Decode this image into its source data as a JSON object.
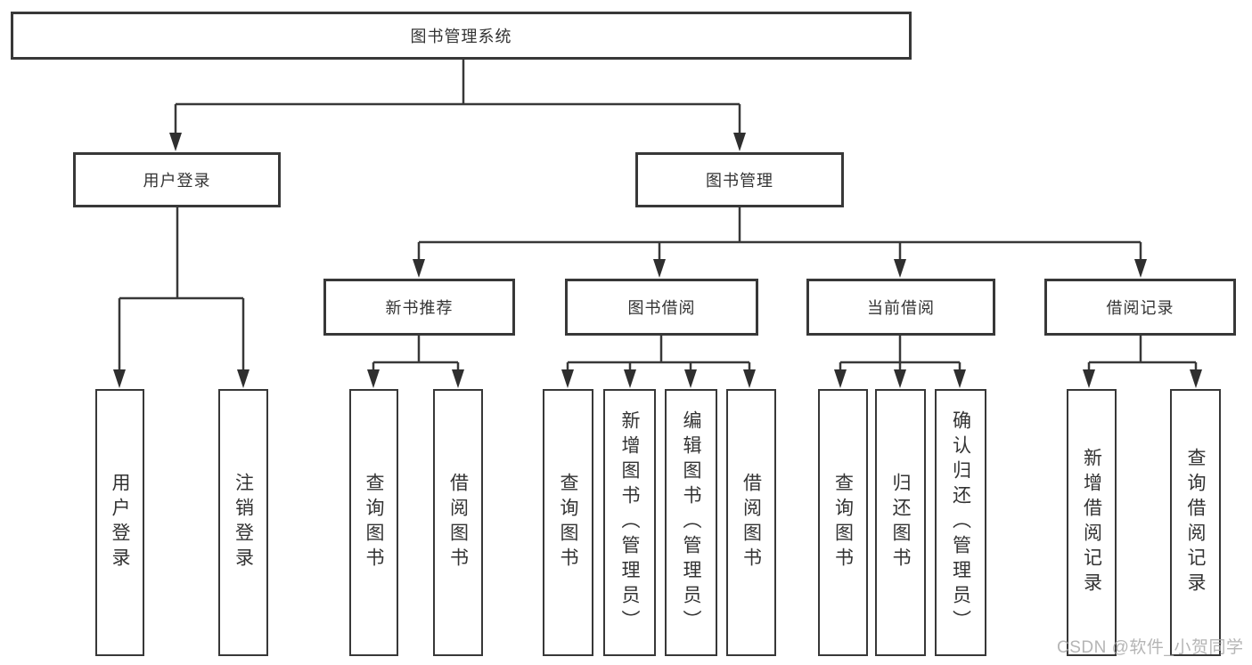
{
  "diagram": {
    "type": "hierarchy-diagram",
    "colors": {
      "line": "#383838",
      "text": "#333333",
      "box_fill": "#ffffff",
      "watermark": "#a9a9a9"
    },
    "tree": {
      "label": "图书管理系统",
      "children": [
        {
          "label": "用户登录",
          "children": [
            {
              "label": "用户登录"
            },
            {
              "label": "注销登录"
            }
          ]
        },
        {
          "label": "图书管理",
          "children": [
            {
              "label": "新书推荐",
              "children": [
                {
                  "label": "查询图书"
                },
                {
                  "label": "借阅图书"
                }
              ]
            },
            {
              "label": "图书借阅",
              "children": [
                {
                  "label": "查询图书"
                },
                {
                  "label": "新增图书（管理员）"
                },
                {
                  "label": "编辑图书（管理员）"
                },
                {
                  "label": "借阅图书"
                }
              ]
            },
            {
              "label": "当前借阅",
              "children": [
                {
                  "label": "查询图书"
                },
                {
                  "label": "归还图书"
                },
                {
                  "label": "确认归还（管理员）"
                }
              ]
            },
            {
              "label": "借阅记录",
              "children": [
                {
                  "label": "新增借阅记录"
                },
                {
                  "label": "查询借阅记录"
                }
              ]
            }
          ]
        }
      ]
    },
    "watermark": {
      "text": "CSDN @软件_小贺同学"
    }
  }
}
